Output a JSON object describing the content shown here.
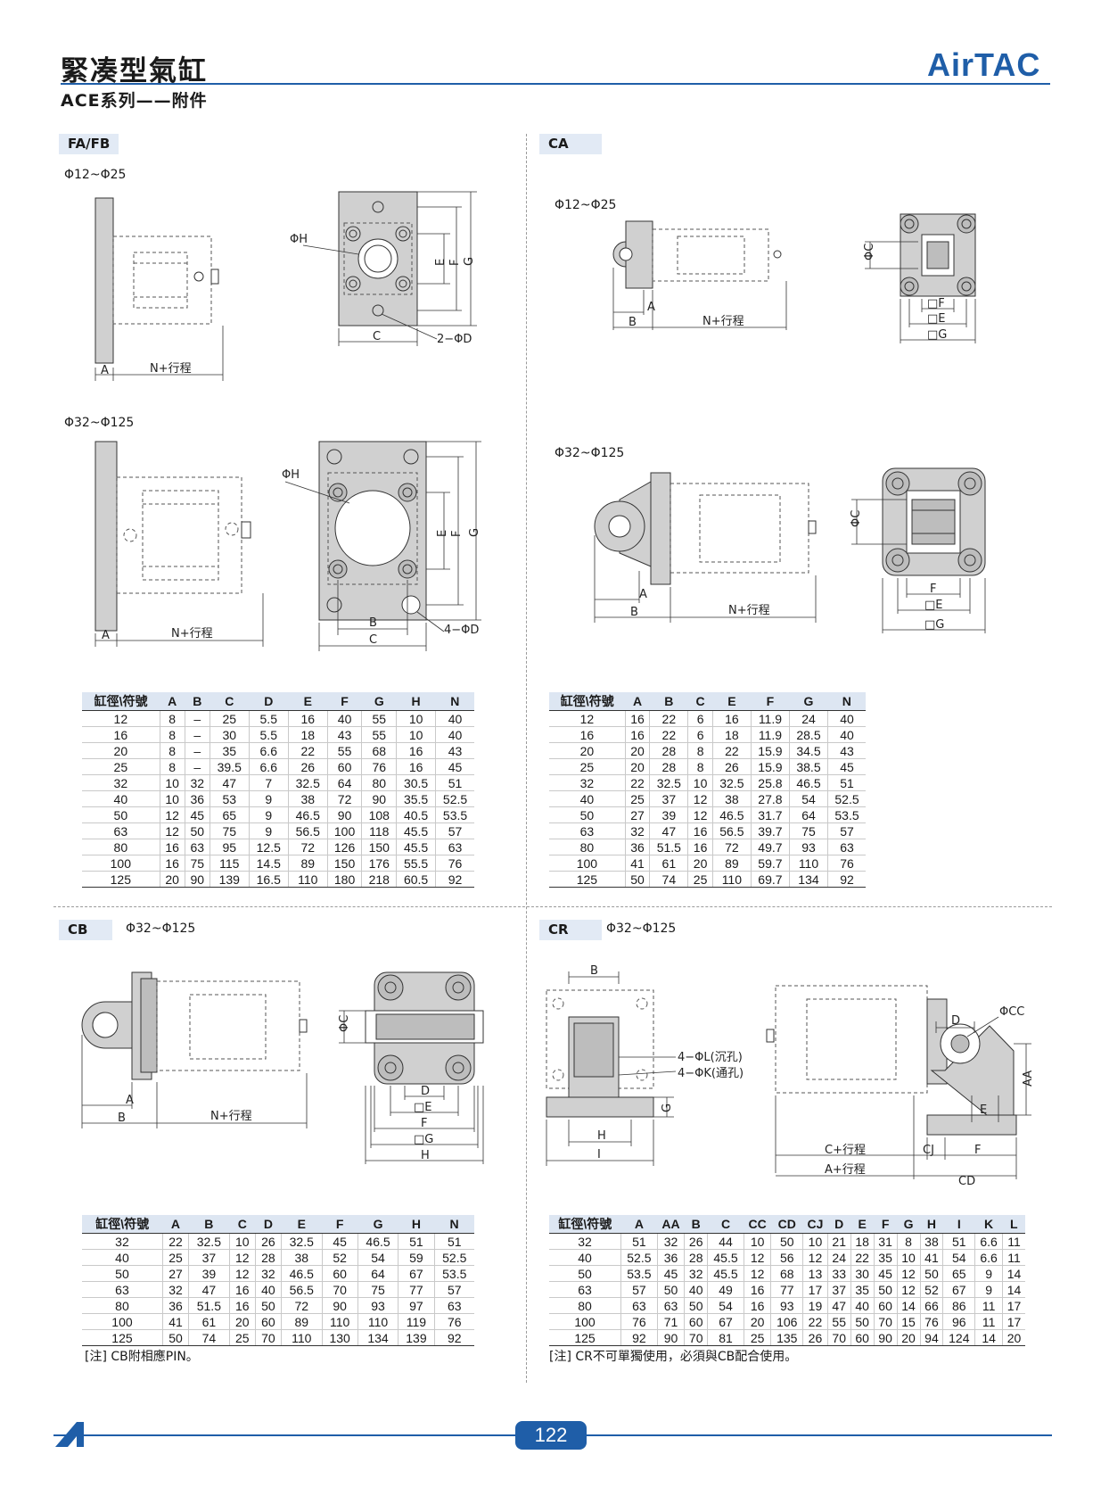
{
  "header": {
    "title": "緊凑型氣缸",
    "subtitle": "ACE系列——附件",
    "logo": "AirTAC",
    "accent_color": "#1f5ea8"
  },
  "sections": {
    "fafb": {
      "tab": "FA/FB",
      "size_small": "Φ12~Φ25",
      "size_large": "Φ32~Φ125"
    },
    "ca": {
      "tab": "CA",
      "size_small": "Φ12~Φ25",
      "size_large": "Φ32~Φ125"
    },
    "cb": {
      "tab": "CB",
      "size": "Φ32~Φ125"
    },
    "cr": {
      "tab": "CR",
      "size": "Φ32~Φ125"
    }
  },
  "labels": {
    "A": "A",
    "B": "B",
    "C": "C",
    "D": "D",
    "E": "E",
    "F": "F",
    "G": "G",
    "H": "H",
    "I": "I",
    "n_stroke": "N+行程",
    "phi_h": "ΦH",
    "two_phi_d": "2−ΦD",
    "four_phi_d": "4−ΦD",
    "phi_c": "ΦC",
    "sq_f": "□F",
    "sq_e": "□E",
    "sq_g": "□G",
    "four_phi_l": "4−ΦL(沉孔)",
    "four_phi_k": "4−ΦK(通孔)",
    "phi_cc": "ΦCC",
    "aa": "AA",
    "c_stroke": "C+行程",
    "a_stroke": "A+行程",
    "cj": "CJ",
    "cd": "CD"
  },
  "tables": {
    "fafb": {
      "headers": [
        "缸徑\\符號",
        "A",
        "B",
        "C",
        "D",
        "E",
        "F",
        "G",
        "H",
        "N"
      ],
      "rows": [
        [
          "12",
          "8",
          "–",
          "25",
          "5.5",
          "16",
          "40",
          "55",
          "10",
          "40"
        ],
        [
          "16",
          "8",
          "–",
          "30",
          "5.5",
          "18",
          "43",
          "55",
          "10",
          "40"
        ],
        [
          "20",
          "8",
          "–",
          "35",
          "6.6",
          "22",
          "55",
          "68",
          "16",
          "43"
        ],
        [
          "25",
          "8",
          "–",
          "39.5",
          "6.6",
          "26",
          "60",
          "76",
          "16",
          "45"
        ],
        [
          "32",
          "10",
          "32",
          "47",
          "7",
          "32.5",
          "64",
          "80",
          "30.5",
          "51"
        ],
        [
          "40",
          "10",
          "36",
          "53",
          "9",
          "38",
          "72",
          "90",
          "35.5",
          "52.5"
        ],
        [
          "50",
          "12",
          "45",
          "65",
          "9",
          "46.5",
          "90",
          "108",
          "40.5",
          "53.5"
        ],
        [
          "63",
          "12",
          "50",
          "75",
          "9",
          "56.5",
          "100",
          "118",
          "45.5",
          "57"
        ],
        [
          "80",
          "16",
          "63",
          "95",
          "12.5",
          "72",
          "126",
          "150",
          "45.5",
          "63"
        ],
        [
          "100",
          "16",
          "75",
          "115",
          "14.5",
          "89",
          "150",
          "176",
          "55.5",
          "76"
        ],
        [
          "125",
          "20",
          "90",
          "139",
          "16.5",
          "110",
          "180",
          "218",
          "60.5",
          "92"
        ]
      ]
    },
    "ca": {
      "headers": [
        "缸徑\\符號",
        "A",
        "B",
        "C",
        "E",
        "F",
        "G",
        "N"
      ],
      "rows": [
        [
          "12",
          "16",
          "22",
          "6",
          "16",
          "11.9",
          "24",
          "40"
        ],
        [
          "16",
          "16",
          "22",
          "6",
          "18",
          "11.9",
          "28.5",
          "40"
        ],
        [
          "20",
          "20",
          "28",
          "8",
          "22",
          "15.9",
          "34.5",
          "43"
        ],
        [
          "25",
          "20",
          "28",
          "8",
          "26",
          "15.9",
          "38.5",
          "45"
        ],
        [
          "32",
          "22",
          "32.5",
          "10",
          "32.5",
          "25.8",
          "46.5",
          "51"
        ],
        [
          "40",
          "25",
          "37",
          "12",
          "38",
          "27.8",
          "54",
          "52.5"
        ],
        [
          "50",
          "27",
          "39",
          "12",
          "46.5",
          "31.7",
          "64",
          "53.5"
        ],
        [
          "63",
          "32",
          "47",
          "16",
          "56.5",
          "39.7",
          "75",
          "57"
        ],
        [
          "80",
          "36",
          "51.5",
          "16",
          "72",
          "49.7",
          "93",
          "63"
        ],
        [
          "100",
          "41",
          "61",
          "20",
          "89",
          "59.7",
          "110",
          "76"
        ],
        [
          "125",
          "50",
          "74",
          "25",
          "110",
          "69.7",
          "134",
          "92"
        ]
      ]
    },
    "cb": {
      "headers": [
        "缸徑\\符號",
        "A",
        "B",
        "C",
        "D",
        "E",
        "F",
        "G",
        "H",
        "N"
      ],
      "rows": [
        [
          "32",
          "22",
          "32.5",
          "10",
          "26",
          "32.5",
          "45",
          "46.5",
          "51",
          "51"
        ],
        [
          "40",
          "25",
          "37",
          "12",
          "28",
          "38",
          "52",
          "54",
          "59",
          "52.5"
        ],
        [
          "50",
          "27",
          "39",
          "12",
          "32",
          "46.5",
          "60",
          "64",
          "67",
          "53.5"
        ],
        [
          "63",
          "32",
          "47",
          "16",
          "40",
          "56.5",
          "70",
          "75",
          "77",
          "57"
        ],
        [
          "80",
          "36",
          "51.5",
          "16",
          "50",
          "72",
          "90",
          "93",
          "97",
          "63"
        ],
        [
          "100",
          "41",
          "61",
          "20",
          "60",
          "89",
          "110",
          "110",
          "119",
          "76"
        ],
        [
          "125",
          "50",
          "74",
          "25",
          "70",
          "110",
          "130",
          "134",
          "139",
          "92"
        ]
      ],
      "note": "[注] CB附相應PIN。"
    },
    "cr": {
      "headers": [
        "缸徑\\符號",
        "A",
        "AA",
        "B",
        "C",
        "CC",
        "CD",
        "CJ",
        "D",
        "E",
        "F",
        "G",
        "H",
        "I",
        "K",
        "L"
      ],
      "rows": [
        [
          "32",
          "51",
          "32",
          "26",
          "44",
          "10",
          "50",
          "10",
          "21",
          "18",
          "31",
          "8",
          "38",
          "51",
          "6.6",
          "11"
        ],
        [
          "40",
          "52.5",
          "36",
          "28",
          "45.5",
          "12",
          "56",
          "12",
          "24",
          "22",
          "35",
          "10",
          "41",
          "54",
          "6.6",
          "11"
        ],
        [
          "50",
          "53.5",
          "45",
          "32",
          "45.5",
          "12",
          "68",
          "13",
          "33",
          "30",
          "45",
          "12",
          "50",
          "65",
          "9",
          "14"
        ],
        [
          "63",
          "57",
          "50",
          "40",
          "49",
          "16",
          "77",
          "17",
          "37",
          "35",
          "50",
          "12",
          "52",
          "67",
          "9",
          "14"
        ],
        [
          "80",
          "63",
          "63",
          "50",
          "54",
          "16",
          "93",
          "19",
          "47",
          "40",
          "60",
          "14",
          "66",
          "86",
          "11",
          "17"
        ],
        [
          "100",
          "76",
          "71",
          "60",
          "67",
          "20",
          "106",
          "22",
          "55",
          "50",
          "70",
          "15",
          "76",
          "96",
          "11",
          "17"
        ],
        [
          "125",
          "92",
          "90",
          "70",
          "81",
          "25",
          "135",
          "26",
          "70",
          "60",
          "90",
          "20",
          "94",
          "124",
          "14",
          "20"
        ]
      ],
      "note": "[注] CR不可單獨使用，必須與CB配合使用。"
    }
  },
  "footer": {
    "page_number": "122"
  }
}
